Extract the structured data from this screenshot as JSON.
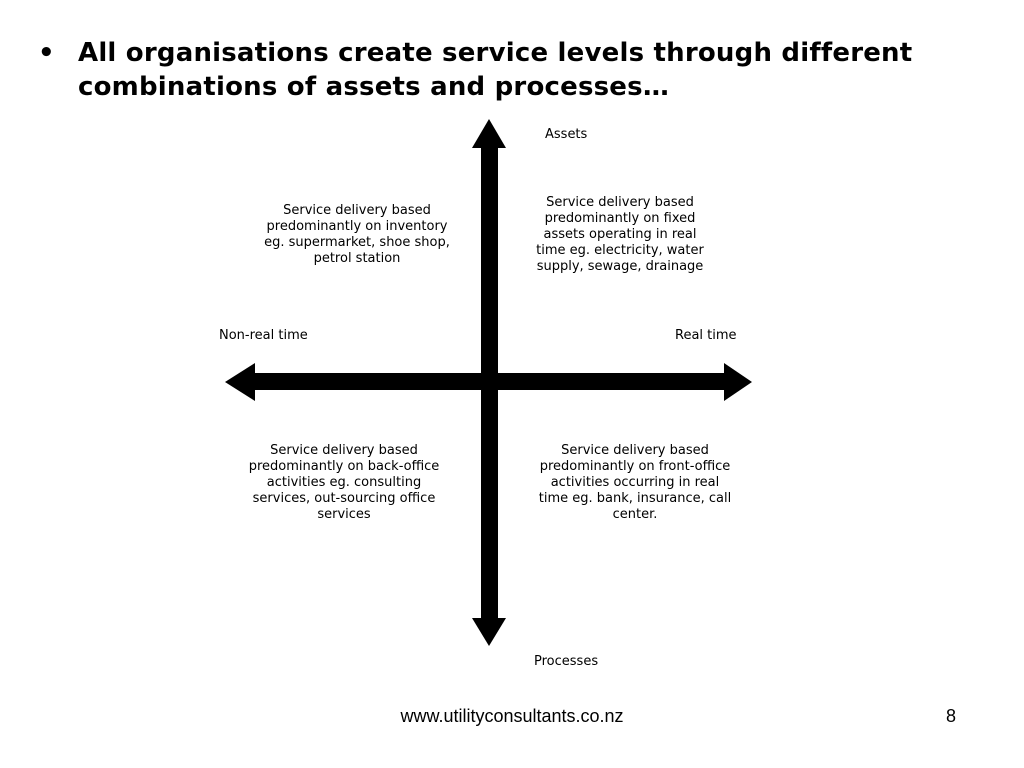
{
  "slide": {
    "bullet": "•",
    "title": "All organisations create service levels through different combinations of assets and processes…"
  },
  "diagram": {
    "axes": {
      "top": "Assets",
      "bottom": "Processes",
      "left": "Non-real time",
      "right": "Real time"
    },
    "quadrants": {
      "top_left": "Service delivery based predominantly on inventory eg. supermarket, shoe shop, petrol station",
      "top_right": "Service delivery based predominantly on fixed assets operating in real time eg. electricity, water supply, sewage, drainage",
      "bottom_left": "Service delivery based predominantly on back-office activities eg. consulting services, out-sourcing office services",
      "bottom_right": "Service delivery based predominantly on front-office activities occurring in real time eg. bank, insurance, call center."
    }
  },
  "footer": {
    "url": "www.utilityconsultants.co.nz",
    "page_number": "8"
  }
}
